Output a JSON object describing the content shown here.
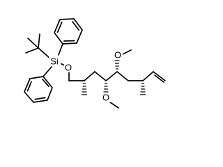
{
  "atoms": {
    "si": "Si",
    "o_silyl": "O",
    "o_methoxy_upper": "O",
    "o_methoxy_lower": "O"
  },
  "colors": {
    "ink": "#000000",
    "background": "#ffffff"
  }
}
